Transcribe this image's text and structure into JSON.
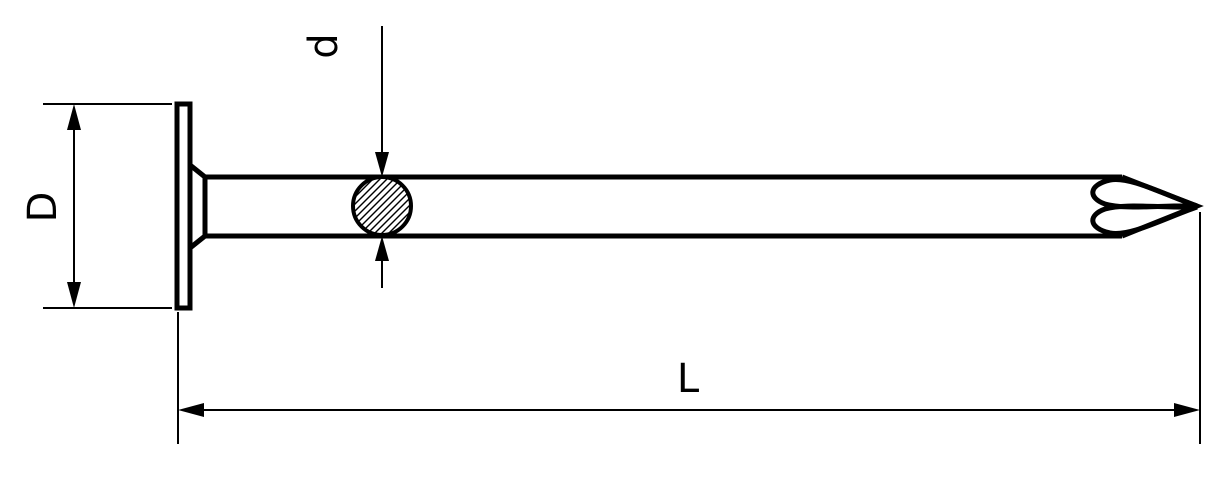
{
  "labels": {
    "head_diameter": "D",
    "shank_diameter": "d",
    "length": "L"
  }
}
